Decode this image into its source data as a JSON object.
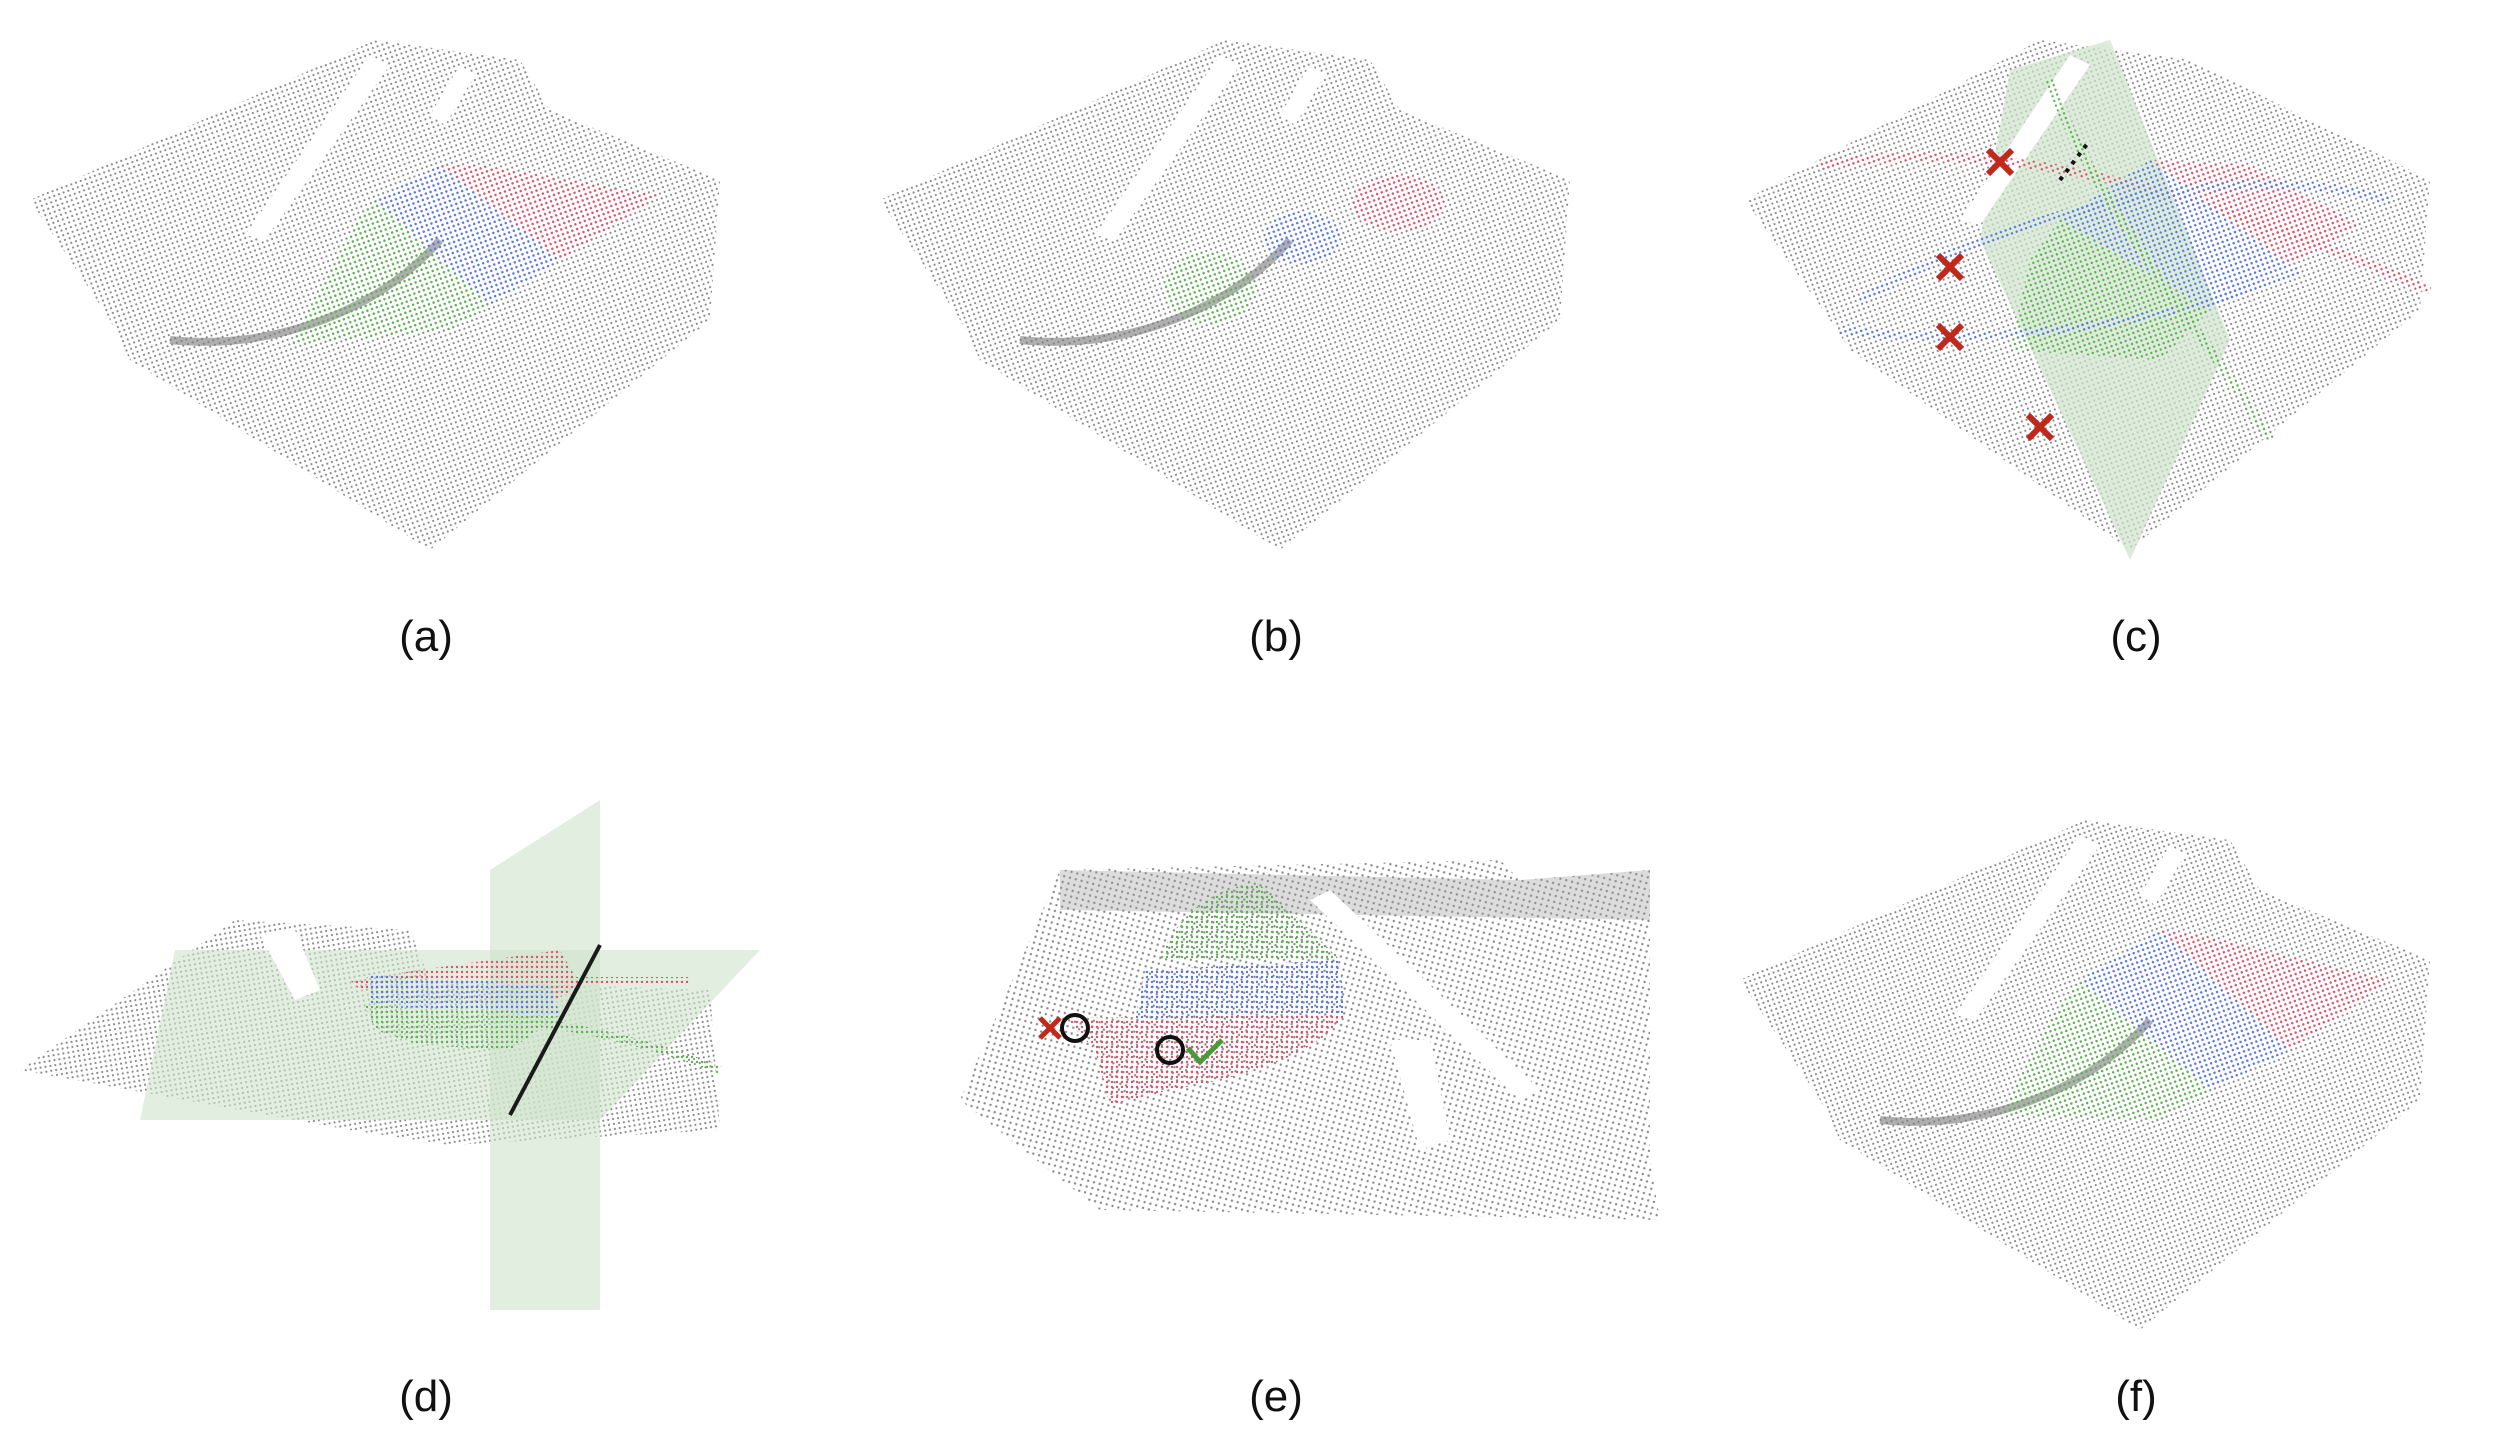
{
  "figure": {
    "panels": [
      {
        "id": "a",
        "caption": "(a)"
      },
      {
        "id": "b",
        "caption": "(b)"
      },
      {
        "id": "c",
        "caption": "(c)"
      },
      {
        "id": "d",
        "caption": "(d)"
      },
      {
        "id": "e",
        "caption": "(e)"
      },
      {
        "id": "f",
        "caption": "(f)"
      }
    ],
    "colors": {
      "points_gray": "#8a8a8a",
      "segment_red": "#e0506a",
      "segment_blue": "#5577e6",
      "segment_green": "#5ab24f",
      "plane_green": "#cfe2cc",
      "marker_red": "#c0281c",
      "marker_black": "#111111",
      "check_green": "#4a9a3a"
    }
  }
}
